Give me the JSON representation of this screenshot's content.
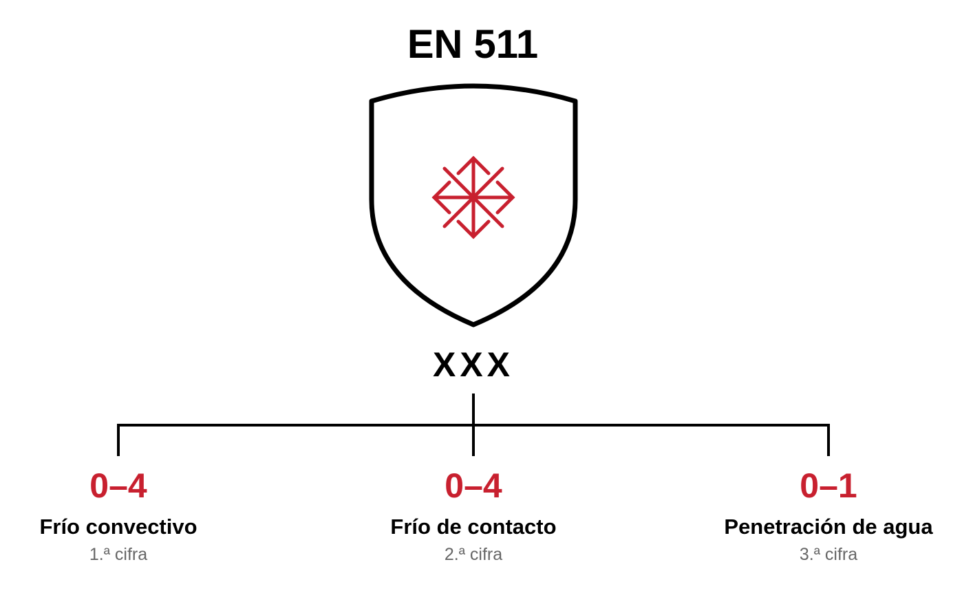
{
  "title": "EN 511",
  "icon": {
    "name": "cold-snowflake-icon",
    "color": "#c8202f"
  },
  "code": "XXX",
  "digits": [
    {
      "range": "0–4",
      "label": "Frío convectivo",
      "position": "1.ª cifra"
    },
    {
      "range": "0–4",
      "label": "Frío de contacto",
      "position": "2.ª cifra"
    },
    {
      "range": "0–1",
      "label": "Penetración de agua",
      "position": "3.ª cifra"
    }
  ],
  "colors": {
    "accent": "#c8202f",
    "text": "#000000",
    "muted": "#666666"
  }
}
